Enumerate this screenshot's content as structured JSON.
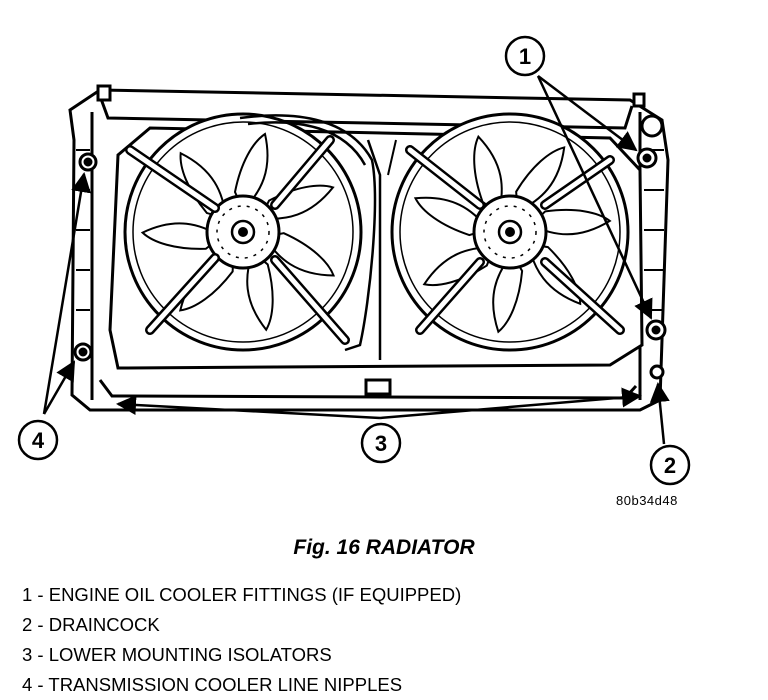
{
  "figure": {
    "code": "80b34d48",
    "caption": "Fig. 16 RADIATOR",
    "callouts": [
      {
        "number": "1",
        "label": "ENGINE OIL COOLER FITTINGS (IF EQUIPPED)"
      },
      {
        "number": "2",
        "label": "DRAINCOCK"
      },
      {
        "number": "3",
        "label": "LOWER MOUNTING ISOLATORS"
      },
      {
        "number": "4",
        "label": "TRANSMISSION COOLER LINE NIPPLES"
      }
    ]
  },
  "legend": [
    "1 - ENGINE OIL COOLER FITTINGS (IF EQUIPPED)",
    "2 - DRAINCOCK",
    "3 - LOWER MOUNTING ISOLATORS",
    "4 - TRANSMISSION COOLER LINE NIPPLES"
  ]
}
